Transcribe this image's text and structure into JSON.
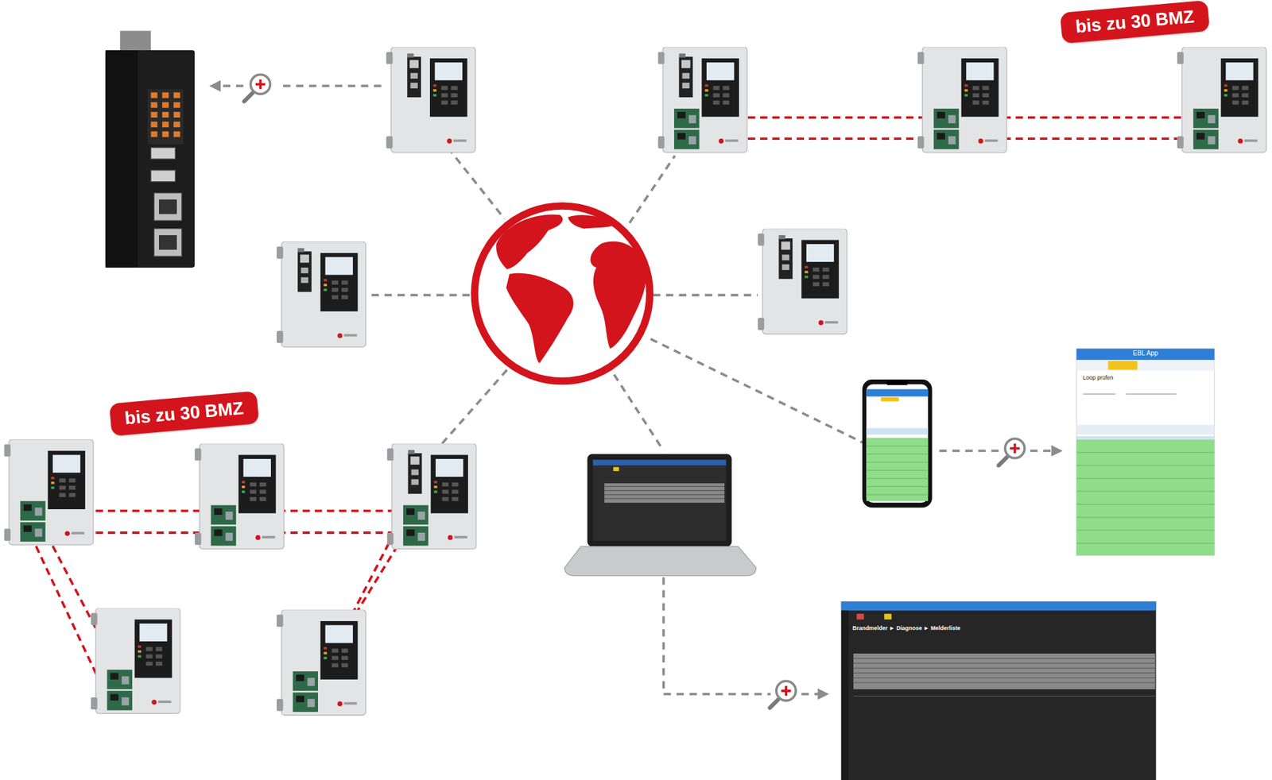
{
  "diagram": {
    "nodes": [
      {
        "text": [
          "bis zu 30 BMZ"
        ]
      },
      {
        "text": [
          "bis zu 30 BMZ"
        ]
      },
      {
        "text": [
          "EBL App",
          "Loop prüfen"
        ]
      },
      {
        "text": [
          "Brandmelder ► Diagnose ► Melderliste"
        ]
      }
    ]
  }
}
